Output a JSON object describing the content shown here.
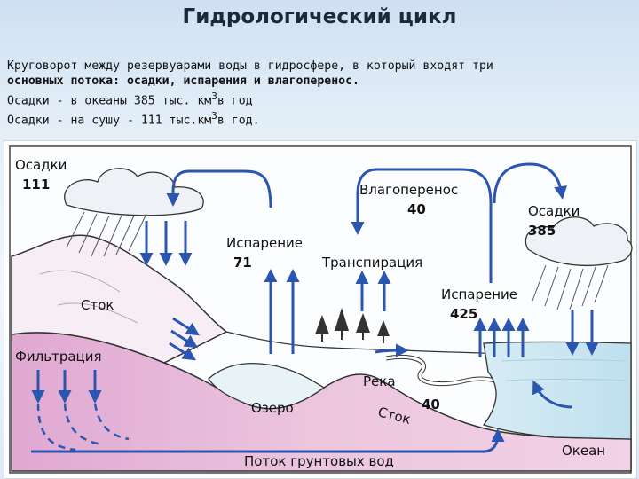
{
  "title": "Гидрологический цикл",
  "intro": {
    "line1": "Круговорот между  резервуарами воды в гидросфере, в который  входят  три",
    "line2": "основных потока: осадки, испарения и влагоперенос.",
    "line3_prefix": "Осадки - в океаны 385 тыс. км",
    "line3_sup": "3",
    "line3_suffix": "в год",
    "line4_prefix": "Осадки - на сушу - 111 тыс.км",
    "line4_sup": "3",
    "line4_suffix": "в год."
  },
  "diagram": {
    "precip_land_label": "Осадки",
    "precip_land_value": "111",
    "evaporation_land_label": "Испарение",
    "evaporation_land_value": "71",
    "moisture_transfer_label": "Влагоперенос",
    "moisture_transfer_value": "40",
    "transpiration_label": "Транспирация",
    "precip_ocean_label": "Осадки",
    "precip_ocean_value": "385",
    "evaporation_ocean_label": "Испарение",
    "evaporation_ocean_value": "425",
    "runoff_label": "Сток",
    "infiltration_label": "Фильтрация",
    "river_label": "Река",
    "lake_label": "Озеро",
    "stream_runoff_label": "Сток",
    "stream_runoff_value": "40",
    "ocean_label": "Океан",
    "groundwater_label": "Поток грунтовых вод"
  },
  "colors": {
    "arrow": "#2a56b0",
    "ground": "#e6b7d6",
    "water": "#cfe7f2",
    "mountain": "#f4ecf2"
  }
}
